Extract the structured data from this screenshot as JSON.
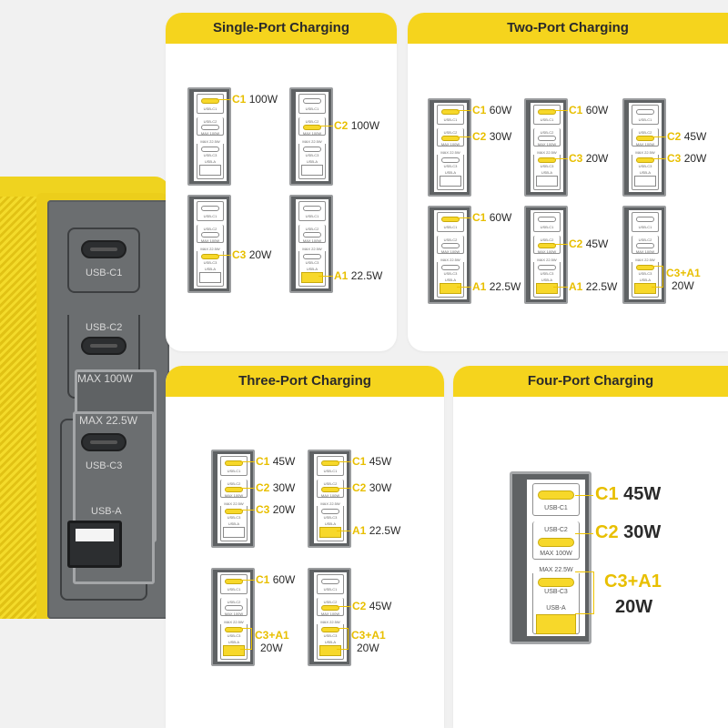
{
  "colors": {
    "accent": "#f5d41d",
    "port_highlight": "#f0c400",
    "panel_gray": "#6b6e70"
  },
  "charger": {
    "usb_c1": "USB-C1",
    "usb_c2": "USB-C2",
    "max_100w": "MAX 100W",
    "max_22_5w": "MAX 22.5W",
    "usb_c3": "USB-C3",
    "usb_a": "USB-A"
  },
  "mini_labels": {
    "c1": "USB-C1",
    "c2": "USB-C2",
    "max100": "MAX 100W",
    "max22": "MAX 22.5W",
    "c3": "USB-C3",
    "a": "USB-A"
  },
  "panels": {
    "single": {
      "title": "Single-Port Charging",
      "configs": [
        {
          "port": "C1",
          "watt": "100W"
        },
        {
          "port": "C2",
          "watt": "100W"
        },
        {
          "port": "C3",
          "watt": "20W"
        },
        {
          "port": "A1",
          "watt": "22.5W"
        }
      ]
    },
    "two": {
      "title": "Two-Port Charging",
      "configs": [
        {
          "p1": "C1",
          "w1": "60W",
          "p2": "C2",
          "w2": "30W"
        },
        {
          "p1": "C1",
          "w1": "60W",
          "p2": "C3",
          "w2": "20W"
        },
        {
          "p1": "C2",
          "w1": "45W",
          "p2": "C3",
          "w2": "20W"
        },
        {
          "p1": "C1",
          "w1": "60W",
          "p2": "A1",
          "w2": "22.5W"
        },
        {
          "p1": "C2",
          "w1": "45W",
          "p2": "A1",
          "w2": "22.5W"
        },
        {
          "p1": "C3+A1",
          "w1": "20W"
        }
      ]
    },
    "three": {
      "title": "Three-Port Charging",
      "configs": [
        {
          "p1": "C1",
          "w1": "45W",
          "p2": "C2",
          "w2": "30W",
          "p3": "C3",
          "w3": "20W"
        },
        {
          "p1": "C1",
          "w1": "45W",
          "p2": "C2",
          "w2": "30W",
          "p3": "A1",
          "w3": "22.5W"
        },
        {
          "p1": "C1",
          "w1": "60W",
          "p2": "C3+A1",
          "w2": "20W"
        },
        {
          "p1": "C2",
          "w1": "45W",
          "p2": "C3+A1",
          "w2": "20W"
        }
      ]
    },
    "four": {
      "title": "Four-Port Charging",
      "c1": "C1",
      "w1": "45W",
      "c2": "C2",
      "w2": "30W",
      "c3a1": "C3+A1",
      "w3": "20W",
      "big_c1": "USB-C1",
      "big_c2": "USB-C2",
      "big_max100": "MAX 100W",
      "big_max22": "MAX 22.5W",
      "big_c3": "USB-C3",
      "big_a": "USB-A"
    }
  }
}
